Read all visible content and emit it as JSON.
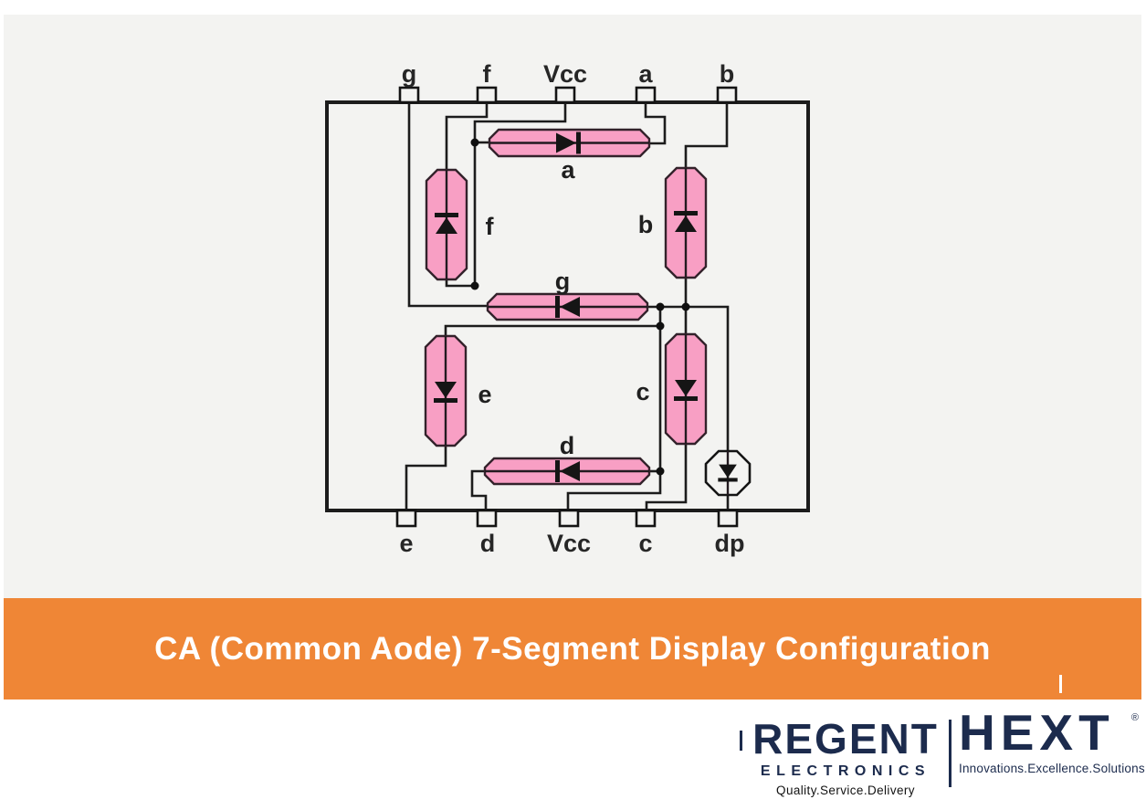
{
  "banner": {
    "title": "CA (Common Aode) 7-Segment Display Configuration"
  },
  "diagram": {
    "pins": {
      "top": [
        "g",
        "f",
        "Vcc",
        "a",
        "b"
      ],
      "bottom": [
        "e",
        "d",
        "Vcc",
        "c",
        "dp"
      ]
    },
    "segments": {
      "a": "a",
      "b": "b",
      "c": "c",
      "d": "d",
      "e": "e",
      "f": "f",
      "g": "g"
    }
  },
  "footer": {
    "regent": {
      "name": "REGENT",
      "division": "ELECTRONICS",
      "tagline": "Quality.Service.Delivery"
    },
    "hext": {
      "name": "HEXT",
      "registered": "®",
      "tagline": "Innovations.Excellence.Solutions"
    }
  },
  "colors": {
    "banner-orange": "#ef8636",
    "segment-pink": "#f89fc4",
    "logo-navy": "#1c2b4d",
    "wire-black": "#1c1c1c",
    "panel-gray": "#f3f3f1"
  }
}
